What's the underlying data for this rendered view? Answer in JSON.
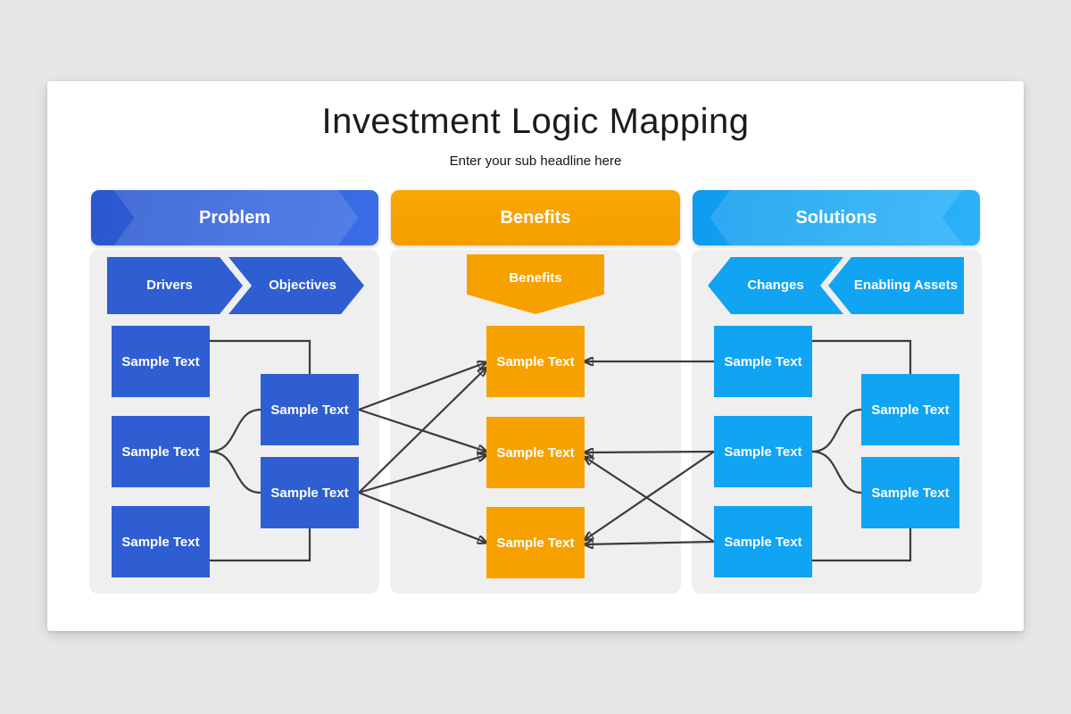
{
  "slide": {
    "title": "Investment Logic Mapping",
    "subtitle": "Enter your sub headline here"
  },
  "colors": {
    "page_background": "#e8e6e7",
    "slide_background": "#ffffff",
    "panel_background": "#f0efef",
    "problem_blue": "#2f5ed3",
    "benefits_orange": "#f7a100",
    "solutions_cyan": "#10a4f2",
    "connector": "#3b3b3b",
    "text_on_accent": "#ffffff"
  },
  "columns": [
    {
      "id": "problem",
      "header": "Problem",
      "tags": [
        "Drivers",
        "Objectives"
      ],
      "nodes": [
        {
          "id": "p1",
          "label": "Sample Text"
        },
        {
          "id": "p2",
          "label": "Sample Text"
        },
        {
          "id": "p3",
          "label": "Sample Text"
        },
        {
          "id": "p4",
          "label": "Sample Text"
        },
        {
          "id": "p5",
          "label": "Sample Text"
        }
      ]
    },
    {
      "id": "benefits",
      "header": "Benefits",
      "tags": [
        "Benefits"
      ],
      "nodes": [
        {
          "id": "b1",
          "label": "Sample Text"
        },
        {
          "id": "b2",
          "label": "Sample Text"
        },
        {
          "id": "b3",
          "label": "Sample Text"
        }
      ]
    },
    {
      "id": "solutions",
      "header": "Solutions",
      "tags": [
        "Changes",
        "Enabling Assets"
      ],
      "nodes": [
        {
          "id": "s1",
          "label": "Sample Text"
        },
        {
          "id": "s2",
          "label": "Sample Text"
        },
        {
          "id": "s3",
          "label": "Sample Text"
        },
        {
          "id": "s4",
          "label": "Sample Text"
        },
        {
          "id": "s5",
          "label": "Sample Text"
        }
      ]
    }
  ],
  "edges": [
    {
      "from": "p1",
      "to": "p4",
      "style": "elbow"
    },
    {
      "from": "p2",
      "to": "p4",
      "style": "curve"
    },
    {
      "from": "p2",
      "to": "p5",
      "style": "curve"
    },
    {
      "from": "p3",
      "to": "p5",
      "style": "elbow"
    },
    {
      "from": "p4",
      "to": "b1",
      "style": "arrow"
    },
    {
      "from": "p4",
      "to": "b2",
      "style": "arrow"
    },
    {
      "from": "p5",
      "to": "b1",
      "style": "arrow"
    },
    {
      "from": "p5",
      "to": "b2",
      "style": "arrow"
    },
    {
      "from": "p5",
      "to": "b3",
      "style": "arrow"
    },
    {
      "from": "s1",
      "to": "b1",
      "style": "arrow"
    },
    {
      "from": "s2",
      "to": "b2",
      "style": "arrow"
    },
    {
      "from": "s2",
      "to": "b3",
      "style": "arrow"
    },
    {
      "from": "s3",
      "to": "b2",
      "style": "arrow"
    },
    {
      "from": "s3",
      "to": "b3",
      "style": "arrow"
    },
    {
      "from": "s1",
      "to": "s4",
      "style": "elbow"
    },
    {
      "from": "s2",
      "to": "s4",
      "style": "curve"
    },
    {
      "from": "s2",
      "to": "s5",
      "style": "curve"
    },
    {
      "from": "s3",
      "to": "s5",
      "style": "elbow"
    }
  ]
}
